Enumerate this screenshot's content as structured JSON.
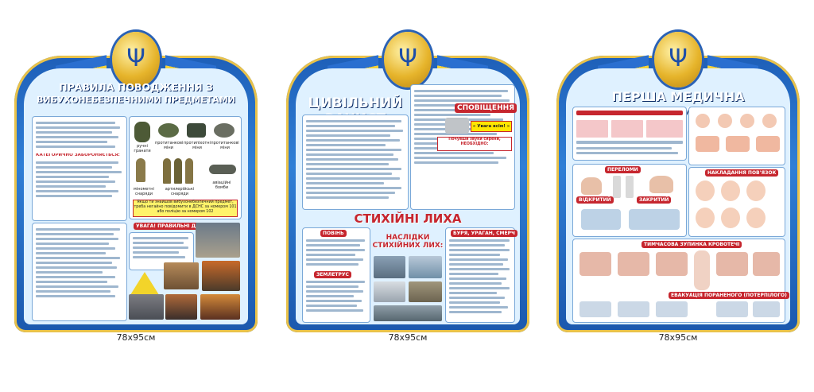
{
  "stands": [
    {
      "title_line1": "ПРАВИЛА ПОВОДЖЕННЯ З",
      "title_line2": "ВИБУХОНЕБЕЗПЕЧНИМИ ПРЕДМЕТАМИ",
      "forbidden_header": "КАТЕГОРИЧНО ЗАБОРОНЯЄТЬСЯ:",
      "warning_header": "УВАГА! ПРАВИЛЬНІ ДІЇ",
      "item_labels": [
        "ручні гранати",
        "протитанкові міни",
        "протипіхотні міни",
        "протитанкові міни",
        "мінометні снаряди",
        "артилерійські снаряди",
        "авіаційні бомби"
      ],
      "notice": "Якщо ти знайшов вибухонебезпечний предмет, треба негайно повідомити в ДСНС за номером 101 або поліцію за номером 102",
      "size": "78x95см"
    },
    {
      "title": "ЦИВІЛЬНИЙ ЗАХИСТ",
      "notify_header": "СПОВІЩЕННЯ",
      "alert_text": "« Увага всім! »",
      "siren_text": "Почувши звуки сирени, НЕОБХІДНО:",
      "disasters_title": "СТИХІЙНІ ЛИХА",
      "consequences_title": "НАСЛІДКИ СТИХІЙНИХ ЛИХ:",
      "flood_header": "ПОВІНЬ",
      "earthquake_header": "ЗЕМЛЕТРУС",
      "storm_header": "БУРЯ, УРАГАН, СМЕРЧ",
      "size": "78x95см"
    },
    {
      "title": "ПЕРША МЕДИЧНА ДОПОМОГА",
      "sections": [
        "ПЕРЕЛОМИ",
        "НАКЛАДАННЯ ПОВ'ЯЗОК",
        "ЗАКРИТИЙ",
        "ВІДКРИТИЙ",
        "ТИМЧАСОВА ЗУПИНКА КРОВОТЕЧІ",
        "ЕВАКУАЦІЯ ПОРАНЕНОГО (ПОТЕРПІЛОГО)"
      ],
      "size": "78x95см"
    }
  ],
  "colors": {
    "frame": "#2f7fd6",
    "gold": "#e6b42b",
    "red": "#c6262e",
    "panel": "#dff1ff"
  },
  "icons": [
    "trident-icon"
  ]
}
